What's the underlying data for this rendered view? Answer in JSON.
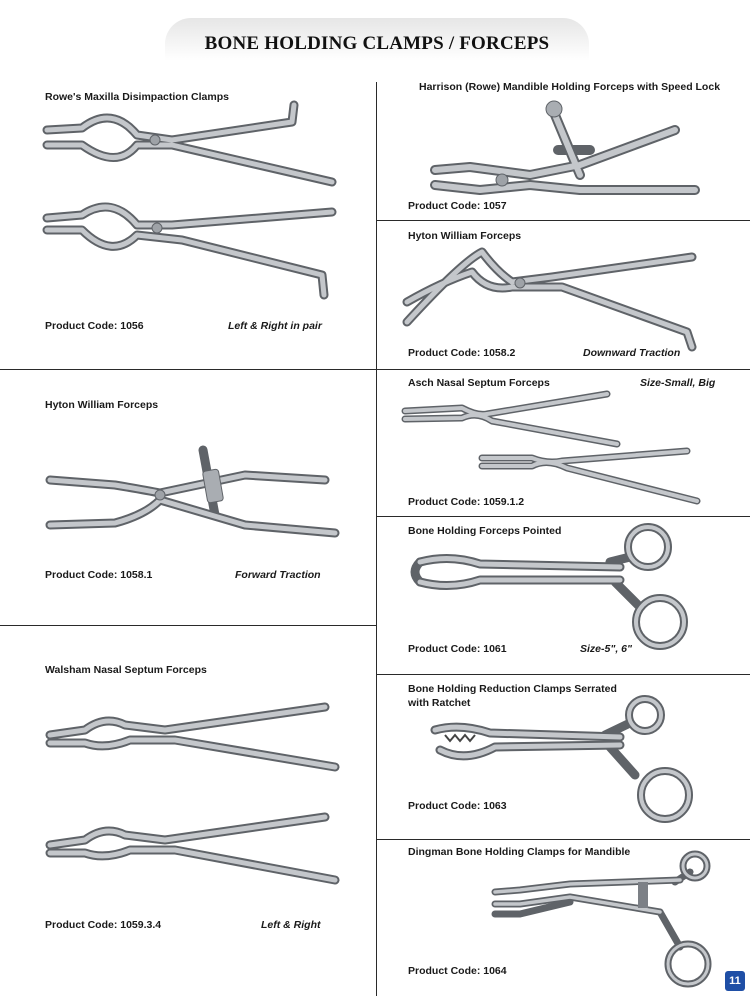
{
  "page": {
    "title": "BONE HOLDING CLAMPS / FORCEPS",
    "page_number": "11"
  },
  "products": [
    {
      "name": "Rowe's Maxilla Disimpaction Clamps",
      "code": "Product Code: 1056",
      "note": "Left & Right in pair",
      "icon": "rowe-clamps-pair-icon"
    },
    {
      "name": "Harrison (Rowe) Mandible Holding Forceps with Speed Lock",
      "code": "Product Code: 1057",
      "note": "",
      "icon": "speed-lock-forceps-icon"
    },
    {
      "name": "Hyton William Forceps",
      "code": "Product Code: 1058.2",
      "note": "Downward Traction",
      "icon": "downward-traction-forceps-icon"
    },
    {
      "name": "Hyton William Forceps",
      "code": "Product Code: 1058.1",
      "note": "Forward Traction",
      "icon": "forward-traction-forceps-icon"
    },
    {
      "name": "Asch Nasal Septum Forceps",
      "code": "Product Code: 1059.1.2",
      "note": "Size-Small, Big",
      "icon": "asch-forceps-pair-icon"
    },
    {
      "name": "Bone Holding Forceps Pointed",
      "code": "Product Code: 1061",
      "note": "Size-5\", 6\"",
      "icon": "pointed-bone-forceps-icon"
    },
    {
      "name": "Walsham Nasal Septum Forceps",
      "code": "Product Code: 1059.3.4",
      "note": "Left & Right",
      "icon": "walsham-forceps-pair-icon"
    },
    {
      "name": "Bone Holding Reduction Clamps Serrated",
      "name2": "with Ratchet",
      "code": "Product Code: 1063",
      "note": "",
      "icon": "serrated-reduction-clamp-icon"
    },
    {
      "name": "Dingman Bone Holding Clamps for Mandible",
      "code": "Product Code: 1064",
      "note": "",
      "icon": "dingman-clamp-icon"
    }
  ],
  "colors": {
    "steel": "#b9bcc0",
    "steel_edge": "#5f6368",
    "rule": "#2a2a2a",
    "badge": "#1f4fa6"
  }
}
